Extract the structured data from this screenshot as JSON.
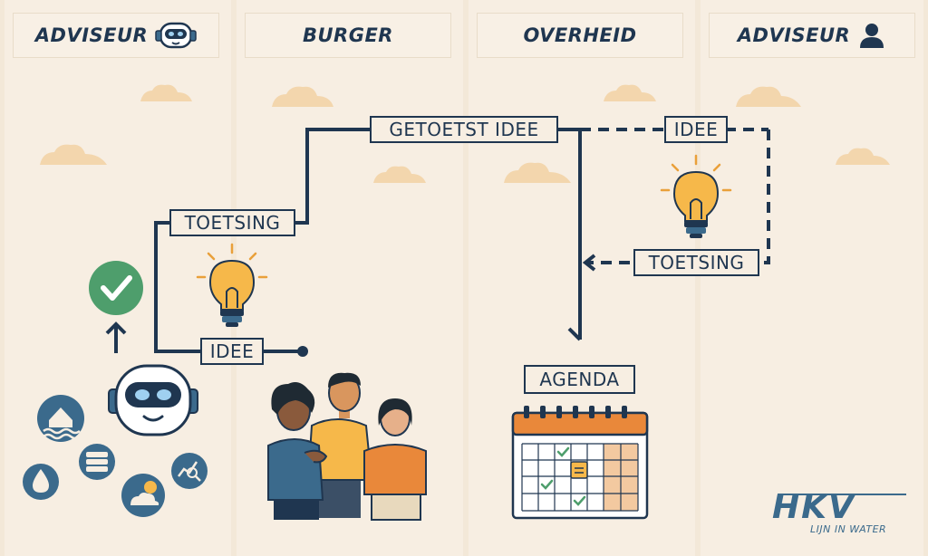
{
  "columns": [
    {
      "title": "ADVISEUR",
      "icon": "robot-icon"
    },
    {
      "title": "BURGER",
      "icon": ""
    },
    {
      "title": "OVERHEID",
      "icon": ""
    },
    {
      "title": "ADVISEUR",
      "icon": "person-icon"
    }
  ],
  "flow_labels": {
    "toetsing_left": "TOETSING",
    "getoetst_idee": "GETOETST IDEE",
    "idee_left": "IDEE",
    "idee_right": "IDEE",
    "toetsing_right": "TOETSING",
    "agenda": "AGENDA"
  },
  "logo": {
    "name": "HKV",
    "tagline": "LIJN IN WATER"
  },
  "colors": {
    "navy": "#1f3650",
    "accent_orange": "#e9883a",
    "bulb_yellow": "#f6b84a",
    "check_green": "#4e9e6c",
    "icon_blue": "#3b6a8c"
  },
  "icons": [
    "robot-icon",
    "person-icon",
    "lightbulb-icon",
    "checkmark-icon",
    "calendar-icon",
    "people-group",
    "flood-icon",
    "water-drop-icon",
    "database-icon",
    "weather-icon",
    "chart-search-icon",
    "cloud"
  ]
}
